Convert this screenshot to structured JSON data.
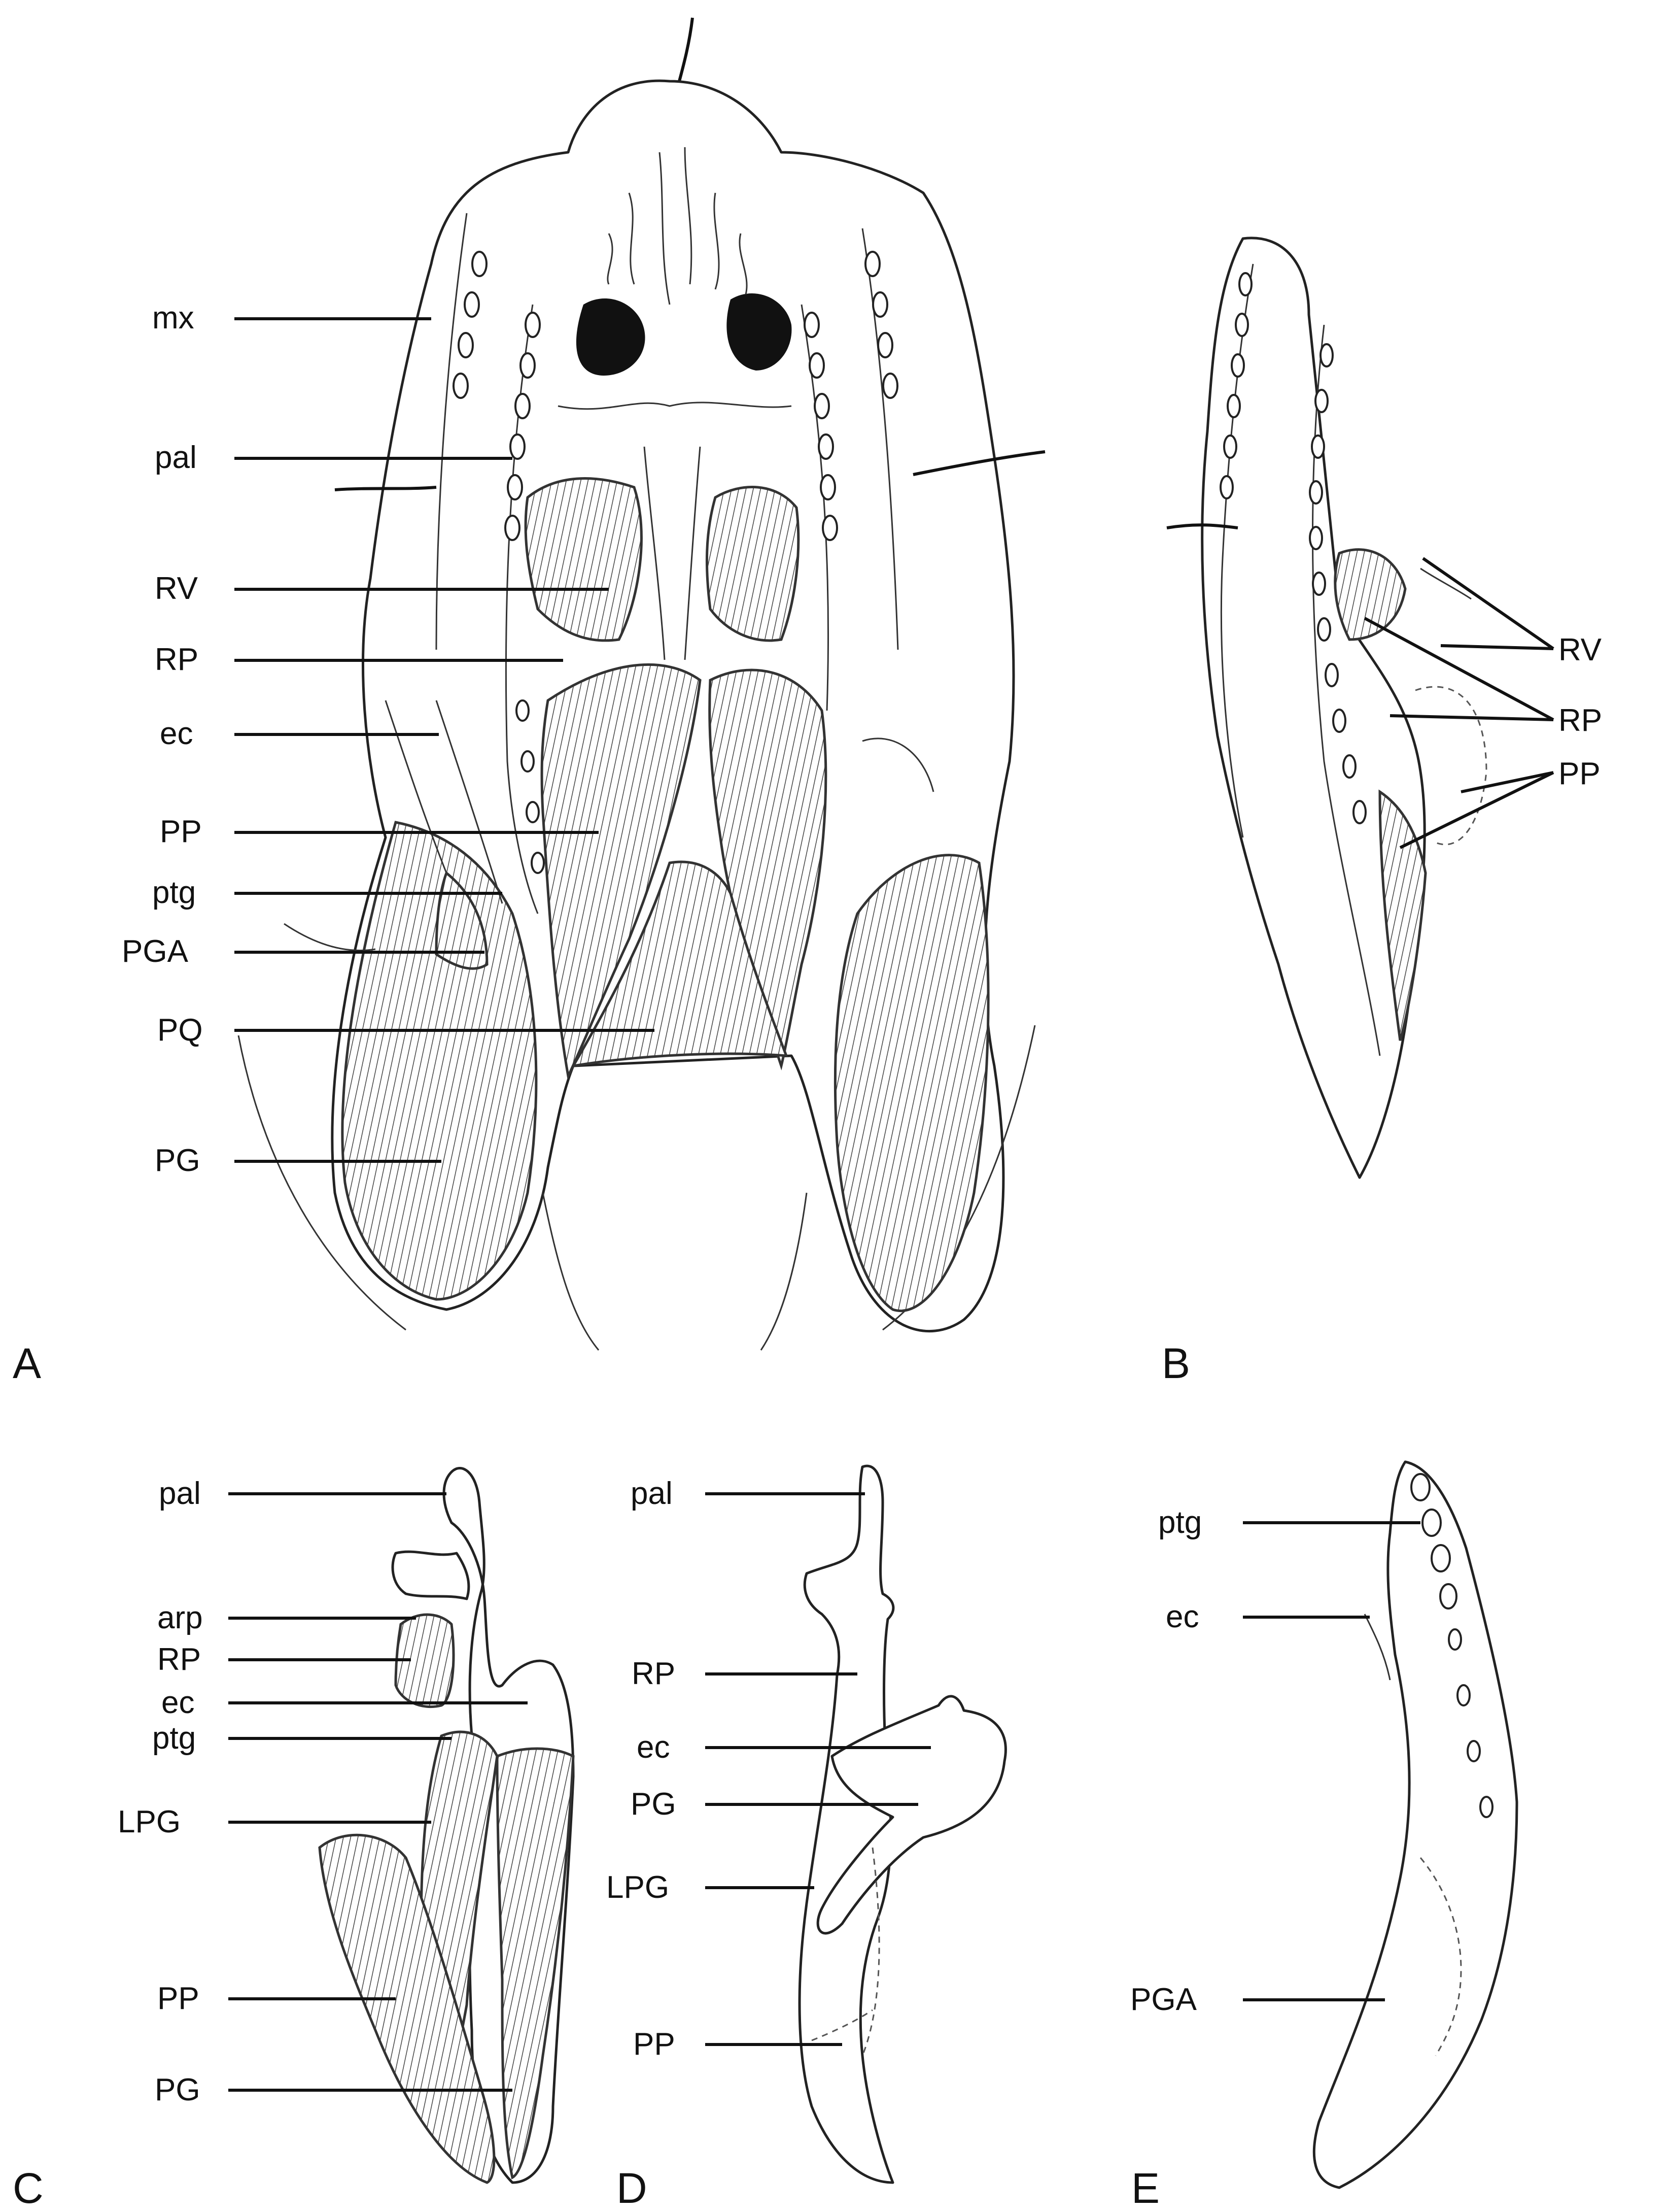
{
  "panels": {
    "A": {
      "letter": "A",
      "labels": [
        "mx",
        "pal",
        "RV",
        "RP",
        "ec",
        "PP",
        "ptg",
        "PGA",
        "PQ",
        "PG"
      ]
    },
    "B": {
      "letter": "B",
      "labels": [
        "RV",
        "RP",
        "PP"
      ]
    },
    "C": {
      "letter": "C",
      "labels": [
        "pal",
        "arp",
        "RP",
        "ec",
        "ptg",
        "LPG",
        "PP",
        "PG"
      ]
    },
    "D": {
      "letter": "D",
      "labels": [
        "pal",
        "RP",
        "ec",
        "PG",
        "LPG",
        "PP"
      ]
    },
    "E": {
      "letter": "E",
      "labels": [
        "ptg",
        "ec",
        "PGA"
      ]
    }
  },
  "style": {
    "ink": "#111111",
    "background": "#ffffff"
  }
}
